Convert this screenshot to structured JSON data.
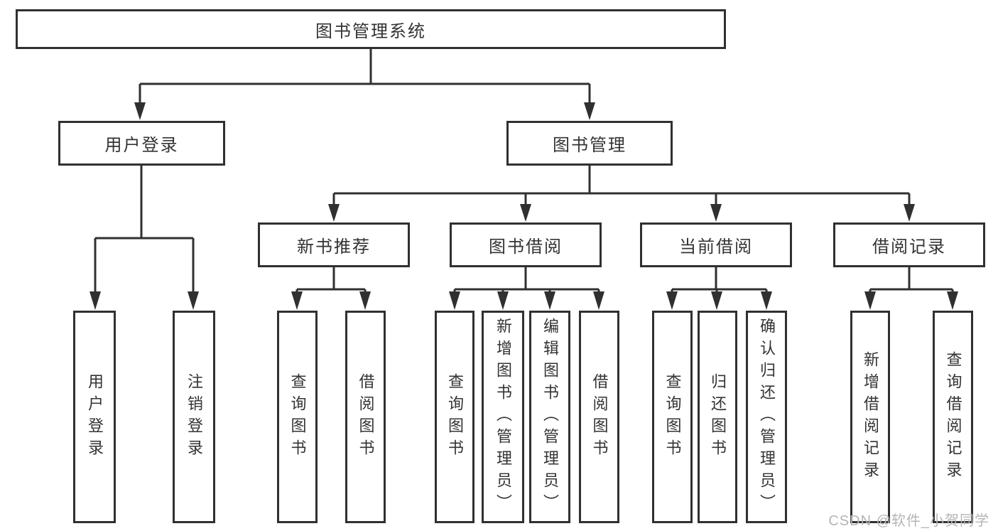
{
  "diagram_title": "图书管理系统",
  "colors": {
    "line": "#303030",
    "text": "#333333",
    "background": "#ffffff",
    "watermark": "#b5b5b5"
  },
  "watermark": {
    "text": "CSDN @软件_小贺同学"
  },
  "nodes": {
    "root": {
      "label": "图书管理系统"
    },
    "user_login": {
      "label": "用户登录"
    },
    "book_mgmt": {
      "label": "图书管理"
    },
    "new_book_rec": {
      "label": "新书推荐"
    },
    "book_borrow": {
      "label": "图书借阅"
    },
    "current_borrow": {
      "label": "当前借阅"
    },
    "borrow_record": {
      "label": "借阅记录"
    },
    "leaf_user_login": {
      "label": "用户登录"
    },
    "leaf_logout": {
      "label": "注销登录"
    },
    "leaf_query_book_rec": {
      "label": "查询图书"
    },
    "leaf_borrow_book_rec": {
      "label": "借阅图书"
    },
    "leaf_query_book_borrow": {
      "label": "查询图书"
    },
    "leaf_add_book_admin": {
      "label": "新增图书（管理员）"
    },
    "leaf_edit_book_admin": {
      "label": "编辑图书（管理员）"
    },
    "leaf_borrow_book_borrow": {
      "label": "借阅图书"
    },
    "leaf_query_book_current": {
      "label": "查询图书"
    },
    "leaf_return_book": {
      "label": "归还图书"
    },
    "leaf_confirm_return_admin": {
      "label": "确认归还（管理员）"
    },
    "leaf_add_borrow_record": {
      "label": "新增借阅记录"
    },
    "leaf_query_borrow_record": {
      "label": "查询借阅记录"
    }
  }
}
